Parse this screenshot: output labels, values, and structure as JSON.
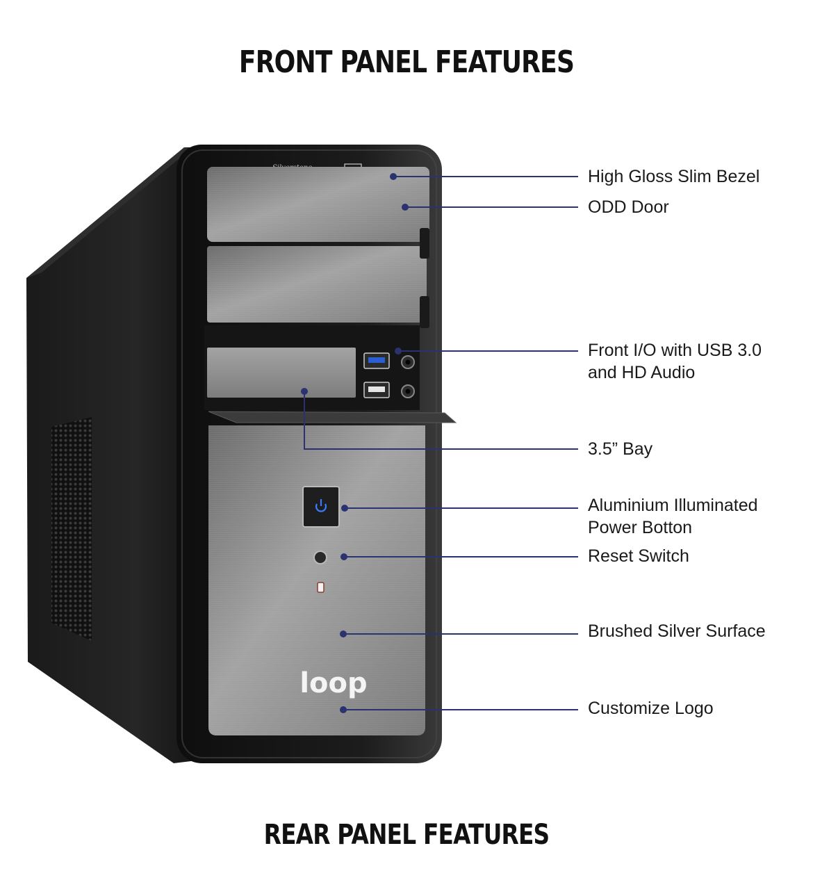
{
  "front_heading": "FRONT PANEL FEATURES",
  "rear_heading": "REAR PANEL FEATURES",
  "callouts": [
    {
      "id": "bezel",
      "lines": [
        "High Gloss Slim Bezel"
      ]
    },
    {
      "id": "odd",
      "lines": [
        "ODD Door"
      ]
    },
    {
      "id": "io",
      "lines": [
        "Front I/O with USB 3.0",
        "and HD Audio"
      ]
    },
    {
      "id": "bay",
      "lines": [
        "3.5” Bay"
      ]
    },
    {
      "id": "power",
      "lines": [
        "Aluminium Illuminated",
        "Power Botton"
      ]
    },
    {
      "id": "reset",
      "lines": [
        "Reset Switch"
      ]
    },
    {
      "id": "surface",
      "lines": [
        "Brushed Silver Surface"
      ]
    },
    {
      "id": "logo",
      "lines": [
        "Customize Logo"
      ]
    }
  ],
  "case": {
    "brand_logo": "loop",
    "top_strip_text": "Silverstone"
  },
  "colors": {
    "callout_line": "#2b3270",
    "callout_dot": "#2b3270",
    "power_led": "#3a7bff",
    "case_black": "#121212",
    "brushed_silver": "#8e8e8e"
  }
}
